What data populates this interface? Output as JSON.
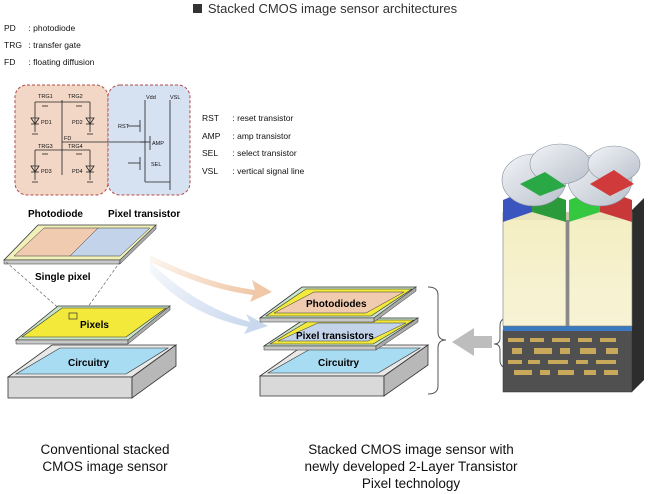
{
  "title": "Stacked CMOS image sensor architectures",
  "legend_left": [
    {
      "key": "PD",
      "sep": ":",
      "desc": "photodiode"
    },
    {
      "key": "TRG",
      "sep": ":",
      "desc": "transfer gate"
    },
    {
      "key": "FD",
      "sep": ":",
      "desc": "floating diffusion"
    }
  ],
  "legend_right": [
    {
      "key": "RST",
      "sep": ":",
      "desc": "reset transistor"
    },
    {
      "key": "AMP",
      "sep": ":",
      "desc": "amp transistor"
    },
    {
      "key": "SEL",
      "sep": ":",
      "desc": "select transistor"
    },
    {
      "key": "VSL",
      "sep": ":",
      "desc": "vertical signal line"
    }
  ],
  "circuit": {
    "trg1": "TRG1",
    "trg2": "TRG2",
    "trg3": "TRG3",
    "trg4": "TRG4",
    "pd1": "PD1",
    "pd2": "PD2",
    "pd3": "PD3",
    "pd4": "PD4",
    "fd": "FD",
    "vdd": "Vdd",
    "vsl": "VSL",
    "rst": "RST",
    "amp": "AMP",
    "sel": "SEL"
  },
  "labels": {
    "photodiode": "Photodiode",
    "pixel_transistor": "Pixel transistor",
    "single_pixel": "Single pixel",
    "pixels": "Pixels",
    "circuitry_left": "Circuitry",
    "photodiodes": "Photodiodes",
    "pixel_transistors": "Pixel transistors",
    "circuitry_right": "Circuitry"
  },
  "captions": {
    "left": [
      "Conventional stacked",
      "CMOS image sensor"
    ],
    "right": [
      "Stacked CMOS image sensor with",
      "newly developed 2-Layer Transistor",
      "Pixel technology"
    ]
  },
  "colors": {
    "photodiode_fill": "#f0cbb0",
    "transistor_fill": "#c3d4ea",
    "pixel_yellow": "#f2e93a",
    "circuitry_blue": "#a8dcf2",
    "box_gray": "#d9d9d9",
    "arrow_orange": "#f0c8a8",
    "arrow_blue": "#c9d8ee"
  }
}
